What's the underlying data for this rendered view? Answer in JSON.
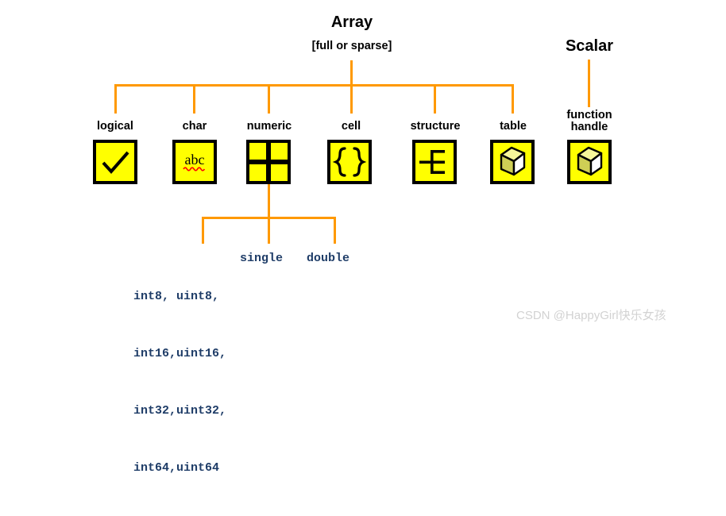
{
  "diagram": {
    "roots": [
      {
        "title": "Array",
        "subtitle": "[full or sparse]"
      },
      {
        "title": "Scalar",
        "subtitle": ""
      }
    ],
    "nodes": [
      {
        "label": "logical",
        "icon": "checkmark-icon"
      },
      {
        "label": "char",
        "icon": "abc-text-icon",
        "icon_text": "abc"
      },
      {
        "label": "numeric",
        "icon": "grid-2x2-icon"
      },
      {
        "label": "cell",
        "icon": "curly-braces-icon",
        "icon_text": "{ }"
      },
      {
        "label": "structure",
        "icon": "tree-branch-icon"
      },
      {
        "label": "table",
        "icon": "cube-icon"
      },
      {
        "label": "function\nhandle",
        "label_line1": "function",
        "label_line2": "handle",
        "icon": "cube-icon"
      }
    ],
    "numeric_types": {
      "integers": [
        "int8, uint8,",
        "int16,uint16,",
        "int32,uint32,",
        "int64,uint64"
      ],
      "single": "single",
      "double": "double"
    },
    "colors": {
      "connector": "#ff9900",
      "box_fill": "#ffff00",
      "box_border": "#000000",
      "type_text": "#1f3d68",
      "squiggle": "#ff0000",
      "cube_top": "#f5f58a",
      "cube_side": "#c8c84b"
    }
  },
  "watermark": {
    "text": "CSDN @HappyGirl快乐女孩"
  }
}
